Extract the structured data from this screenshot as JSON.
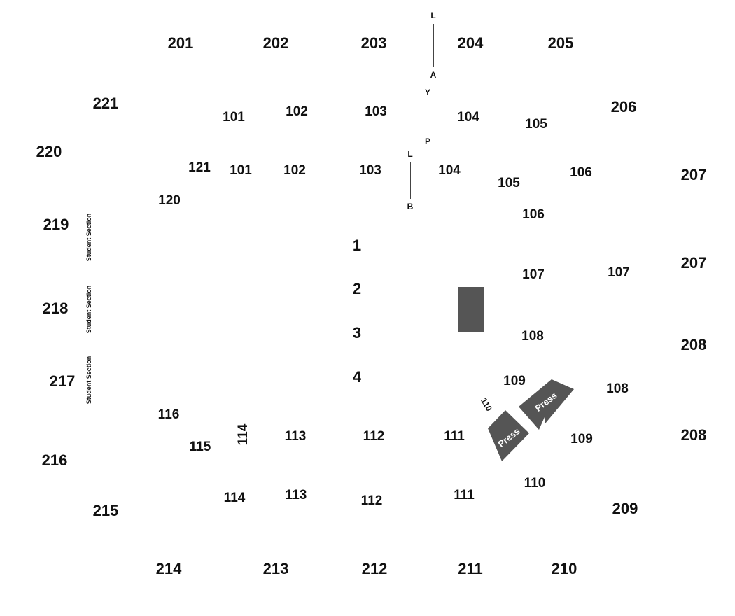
{
  "colors": {
    "background": "#ffffff",
    "text": "#111111",
    "block": "#555555",
    "press_text": "#ffffff"
  },
  "upper_level": [
    "201",
    "202",
    "203",
    "204",
    "205",
    "206",
    "207",
    "207",
    "208",
    "208",
    "209",
    "210",
    "211",
    "212",
    "213",
    "214",
    "215",
    "216",
    "217",
    "218",
    "219",
    "220",
    "221"
  ],
  "lower_level_outer": [
    "101",
    "102",
    "103",
    "104",
    "105",
    "106",
    "107",
    "108",
    "109",
    "110",
    "111",
    "112",
    "113",
    "114",
    "115",
    "116",
    "120",
    "121"
  ],
  "lower_level_inner": [
    "101",
    "102",
    "103",
    "104",
    "105",
    "106",
    "107",
    "108",
    "109",
    "110",
    "111",
    "112",
    "113",
    "114"
  ],
  "floor_rows": [
    "1",
    "2",
    "3",
    "4"
  ],
  "student_label": "Student Section",
  "press_label": "Press",
  "play_text": {
    "left": [
      "L",
      "A"
    ],
    "middle": [
      "Y",
      "P"
    ],
    "right": [
      "L",
      "B"
    ]
  }
}
